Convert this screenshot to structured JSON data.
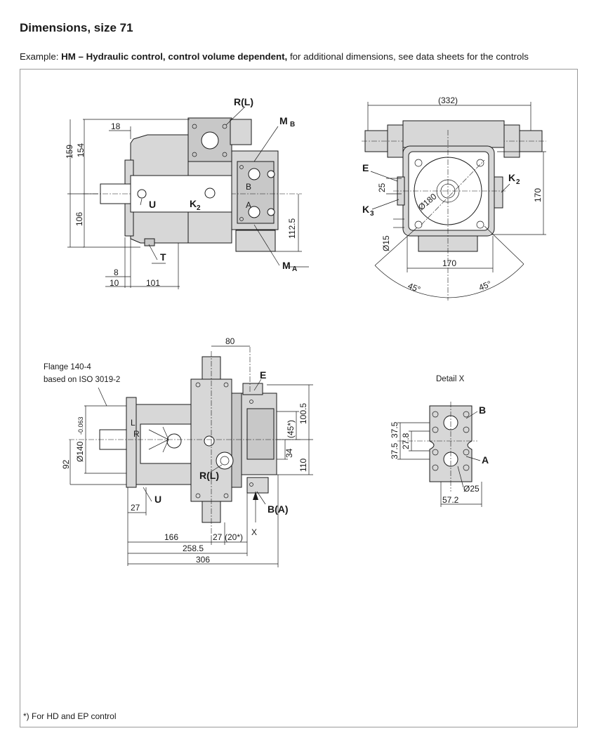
{
  "title": "Dimensions, size 71",
  "subtitle": {
    "prefix": "Example: ",
    "bold": "HM – Hydraulic control, control volume dependent,",
    "suffix": " for additional dimensions, see data sheets for the controls"
  },
  "footnote": "*) For HD and EP control",
  "view_side": {
    "labels": {
      "RL": "R(L)",
      "MB": "M",
      "MB_sub": "B",
      "MA": "M",
      "MA_sub": "A",
      "U": "U",
      "K2": "K",
      "K2_sub": "2",
      "T": "T",
      "B": "B",
      "A": "A"
    },
    "dims": {
      "d159": "159",
      "d154": "154",
      "d18": "18",
      "d106": "106",
      "d112_5": "112.5",
      "d8": "8",
      "d10": "10",
      "d101": "101"
    }
  },
  "view_front": {
    "labels": {
      "E": "E",
      "K2": "K",
      "K2_sub": "2",
      "K3": "K",
      "K3_sub": "3"
    },
    "dims": {
      "d332": "(332)",
      "d25": "25",
      "d180": "Ø180",
      "d170v": "170",
      "d15": "Ø15",
      "d170h": "170",
      "a45l": "45°",
      "a45r": "45°"
    }
  },
  "view_top": {
    "flange_line1": "Flange 140-4",
    "flange_line2": "based on ISO 3019-2",
    "labels": {
      "E": "E",
      "RL": "R(L)",
      "U": "U",
      "BA": "B(A)",
      "X": "X",
      "L": "L",
      "R": "R"
    },
    "dims": {
      "d80": "80",
      "d140": "Ø140",
      "d140tol": "-0.063",
      "d92": "92",
      "d100_5": "100.5",
      "d45": "(45*)",
      "d34": "34",
      "d110": "110",
      "d27a": "27",
      "d166": "166",
      "d27b": "27",
      "d20": "(20*)",
      "d258_5": "258.5",
      "d306": "306"
    }
  },
  "detail_x": {
    "title": "Detail X",
    "labels": {
      "B": "B",
      "A": "A"
    },
    "dims": {
      "d37_5a": "37.5",
      "d37_5b": "37.5",
      "d27_8": "27.8",
      "d25": "Ø25",
      "d57_2": "57.2"
    }
  }
}
